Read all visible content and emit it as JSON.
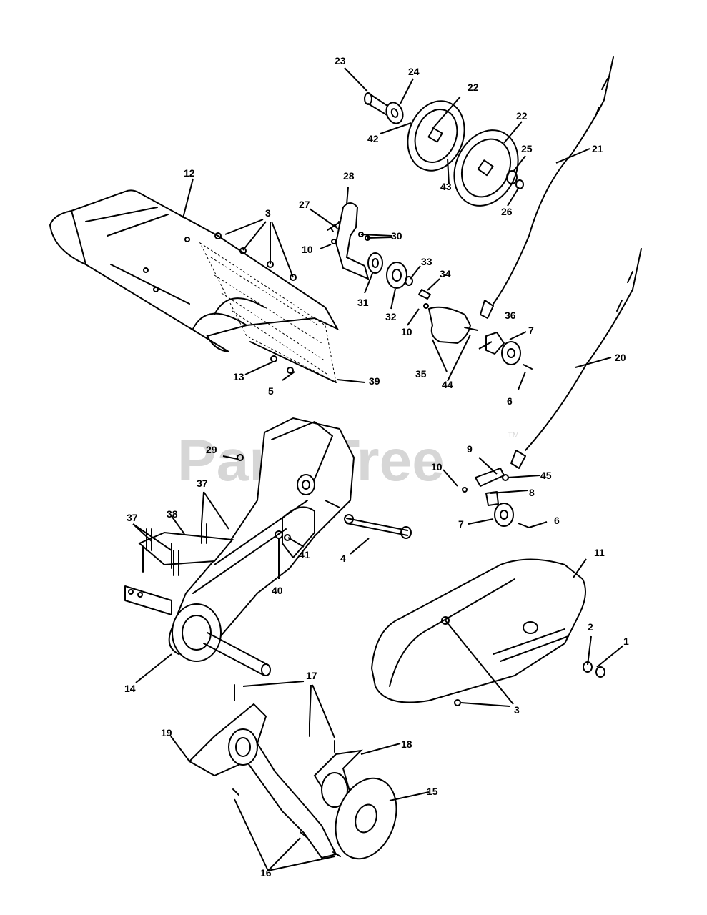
{
  "watermark": {
    "text": "PartsTree",
    "trademark": "TM"
  },
  "callouts": {
    "c1": "1",
    "c2": "2",
    "c3a": "3",
    "c3b": "3",
    "c4": "4",
    "c5": "5",
    "c6a": "6",
    "c6b": "6",
    "c7a": "7",
    "c7b": "7",
    "c8": "8",
    "c9": "9",
    "c10a": "10",
    "c10b": "10",
    "c10c": "10",
    "c11": "11",
    "c12": "12",
    "c13": "13",
    "c14": "14",
    "c15": "15",
    "c16": "16",
    "c17": "17",
    "c18": "18",
    "c19": "19",
    "c20": "20",
    "c21": "21",
    "c22a": "22",
    "c22b": "22",
    "c23": "23",
    "c24": "24",
    "c25": "25",
    "c26": "26",
    "c27": "27",
    "c28": "28",
    "c29": "29",
    "c30": "30",
    "c31": "31",
    "c32": "32",
    "c33": "33",
    "c34": "34",
    "c35": "35",
    "c36": "36",
    "c37a": "37",
    "c37b": "37",
    "c38": "38",
    "c39": "39",
    "c40": "40",
    "c41": "41",
    "c42": "42",
    "c43": "43",
    "c44": "44",
    "c45": "45"
  }
}
